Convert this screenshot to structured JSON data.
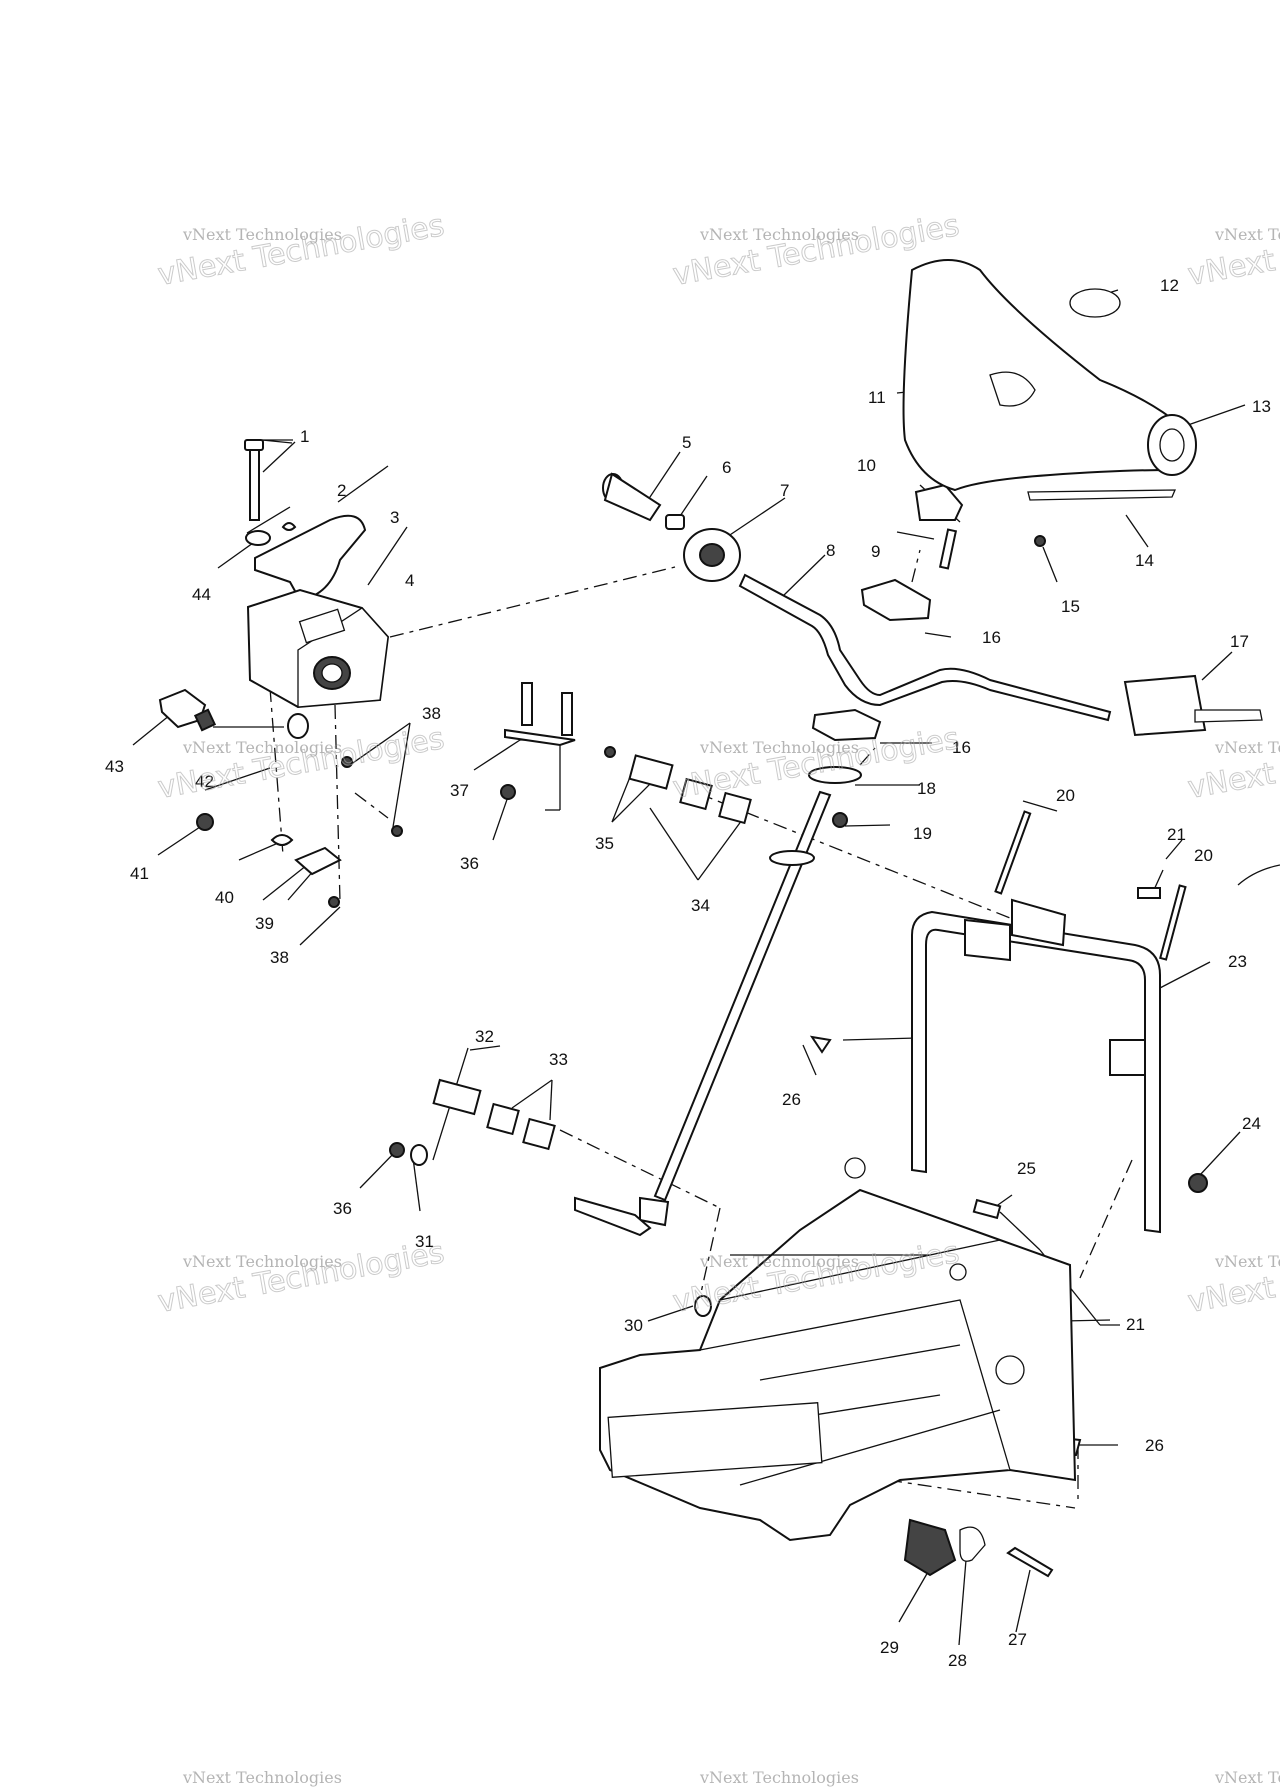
{
  "watermark": {
    "small": "vNext Technologies",
    "big": "vNext Technologies"
  },
  "callouts": [
    "1",
    "2",
    "3",
    "4",
    "5",
    "6",
    "7",
    "8",
    "9",
    "10",
    "11",
    "12",
    "13",
    "14",
    "15",
    "16",
    "16",
    "17",
    "18",
    "19",
    "20",
    "20",
    "21",
    "21",
    "23",
    "24",
    "25",
    "26",
    "26",
    "27",
    "28",
    "29",
    "30",
    "31",
    "32",
    "33",
    "34",
    "35",
    "36",
    "36",
    "37",
    "38",
    "38",
    "39",
    "40",
    "41",
    "42",
    "43",
    "44"
  ]
}
